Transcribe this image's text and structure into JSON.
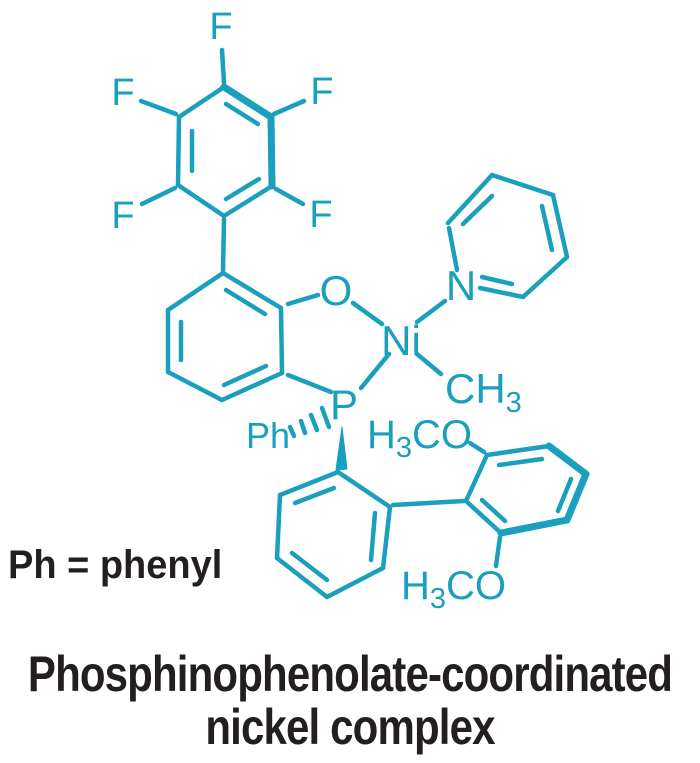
{
  "colors": {
    "accent": "#1A9FBC",
    "ink": "#231F20",
    "background": "#FFFFFF"
  },
  "molecule": {
    "labels": {
      "f": "F",
      "o": "O",
      "ni": "Ni",
      "n": "N",
      "p": "P",
      "ph": "Ph",
      "ch3_main": "CH",
      "ch3_sub": "3",
      "ome_h": "H",
      "ome_sub": "3",
      "ome_co": "CO"
    },
    "legend": "Ph = phenyl"
  },
  "caption": {
    "line1": "Phosphinophenolate-coordinated",
    "line2": "nickel complex"
  }
}
